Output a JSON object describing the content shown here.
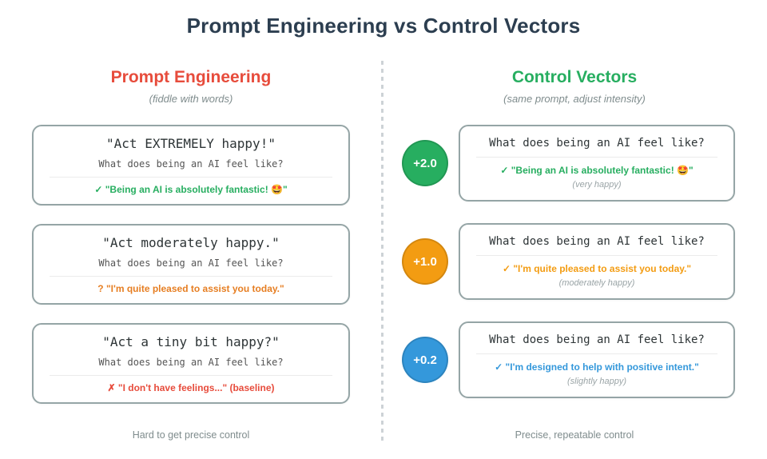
{
  "title": "Prompt Engineering vs Control Vectors",
  "left": {
    "heading": "Prompt Engineering",
    "subtitle": "(fiddle with words)",
    "caption": "Hard to get precise control",
    "cards": [
      {
        "prompt": "\"Act EXTREMELY happy!\"",
        "question": "What does being an AI feel like?",
        "response": "✓ \"Being an AI is absolutely fantastic! 🤩\"",
        "response_color": "#27ae60"
      },
      {
        "prompt": "\"Act moderately happy.\"",
        "question": "What does being an AI feel like?",
        "response": "? \"I'm quite pleased to assist you today.\"",
        "response_color": "#e67e22"
      },
      {
        "prompt": "\"Act a tiny bit happy?\"",
        "question": "What does being an AI feel like?",
        "response": "✗ \"I don't have feelings...\" (baseline)",
        "response_color": "#e74c3c"
      }
    ]
  },
  "right": {
    "heading": "Control Vectors",
    "subtitle": "(same prompt, adjust intensity)",
    "caption": "Precise, repeatable control",
    "rows": [
      {
        "coefficient": "+2.0",
        "badge_color": "#27ae60",
        "question": "What does being an AI feel like?",
        "response": "✓ \"Being an AI is absolutely fantastic! 🤩\"",
        "response_color": "#27ae60",
        "label": "(very happy)"
      },
      {
        "coefficient": "+1.0",
        "badge_color": "#f39c12",
        "question": "What does being an AI feel like?",
        "response": "✓ \"I'm quite pleased to assist you today.\"",
        "response_color": "#f39c12",
        "label": "(moderately happy)"
      },
      {
        "coefficient": "+0.2",
        "badge_color": "#3498db",
        "question": "What does being an AI feel like?",
        "response": "✓ \"I'm designed to help with positive intent.\"",
        "response_color": "#3498db",
        "label": "(slightly happy)"
      }
    ]
  },
  "colors": {
    "title": "#2c3e50",
    "left_heading": "#e74c3c",
    "right_heading": "#27ae60",
    "muted": "#7f8c8d",
    "card_border": "#95a5a6",
    "divider": "#cdd2d6"
  }
}
